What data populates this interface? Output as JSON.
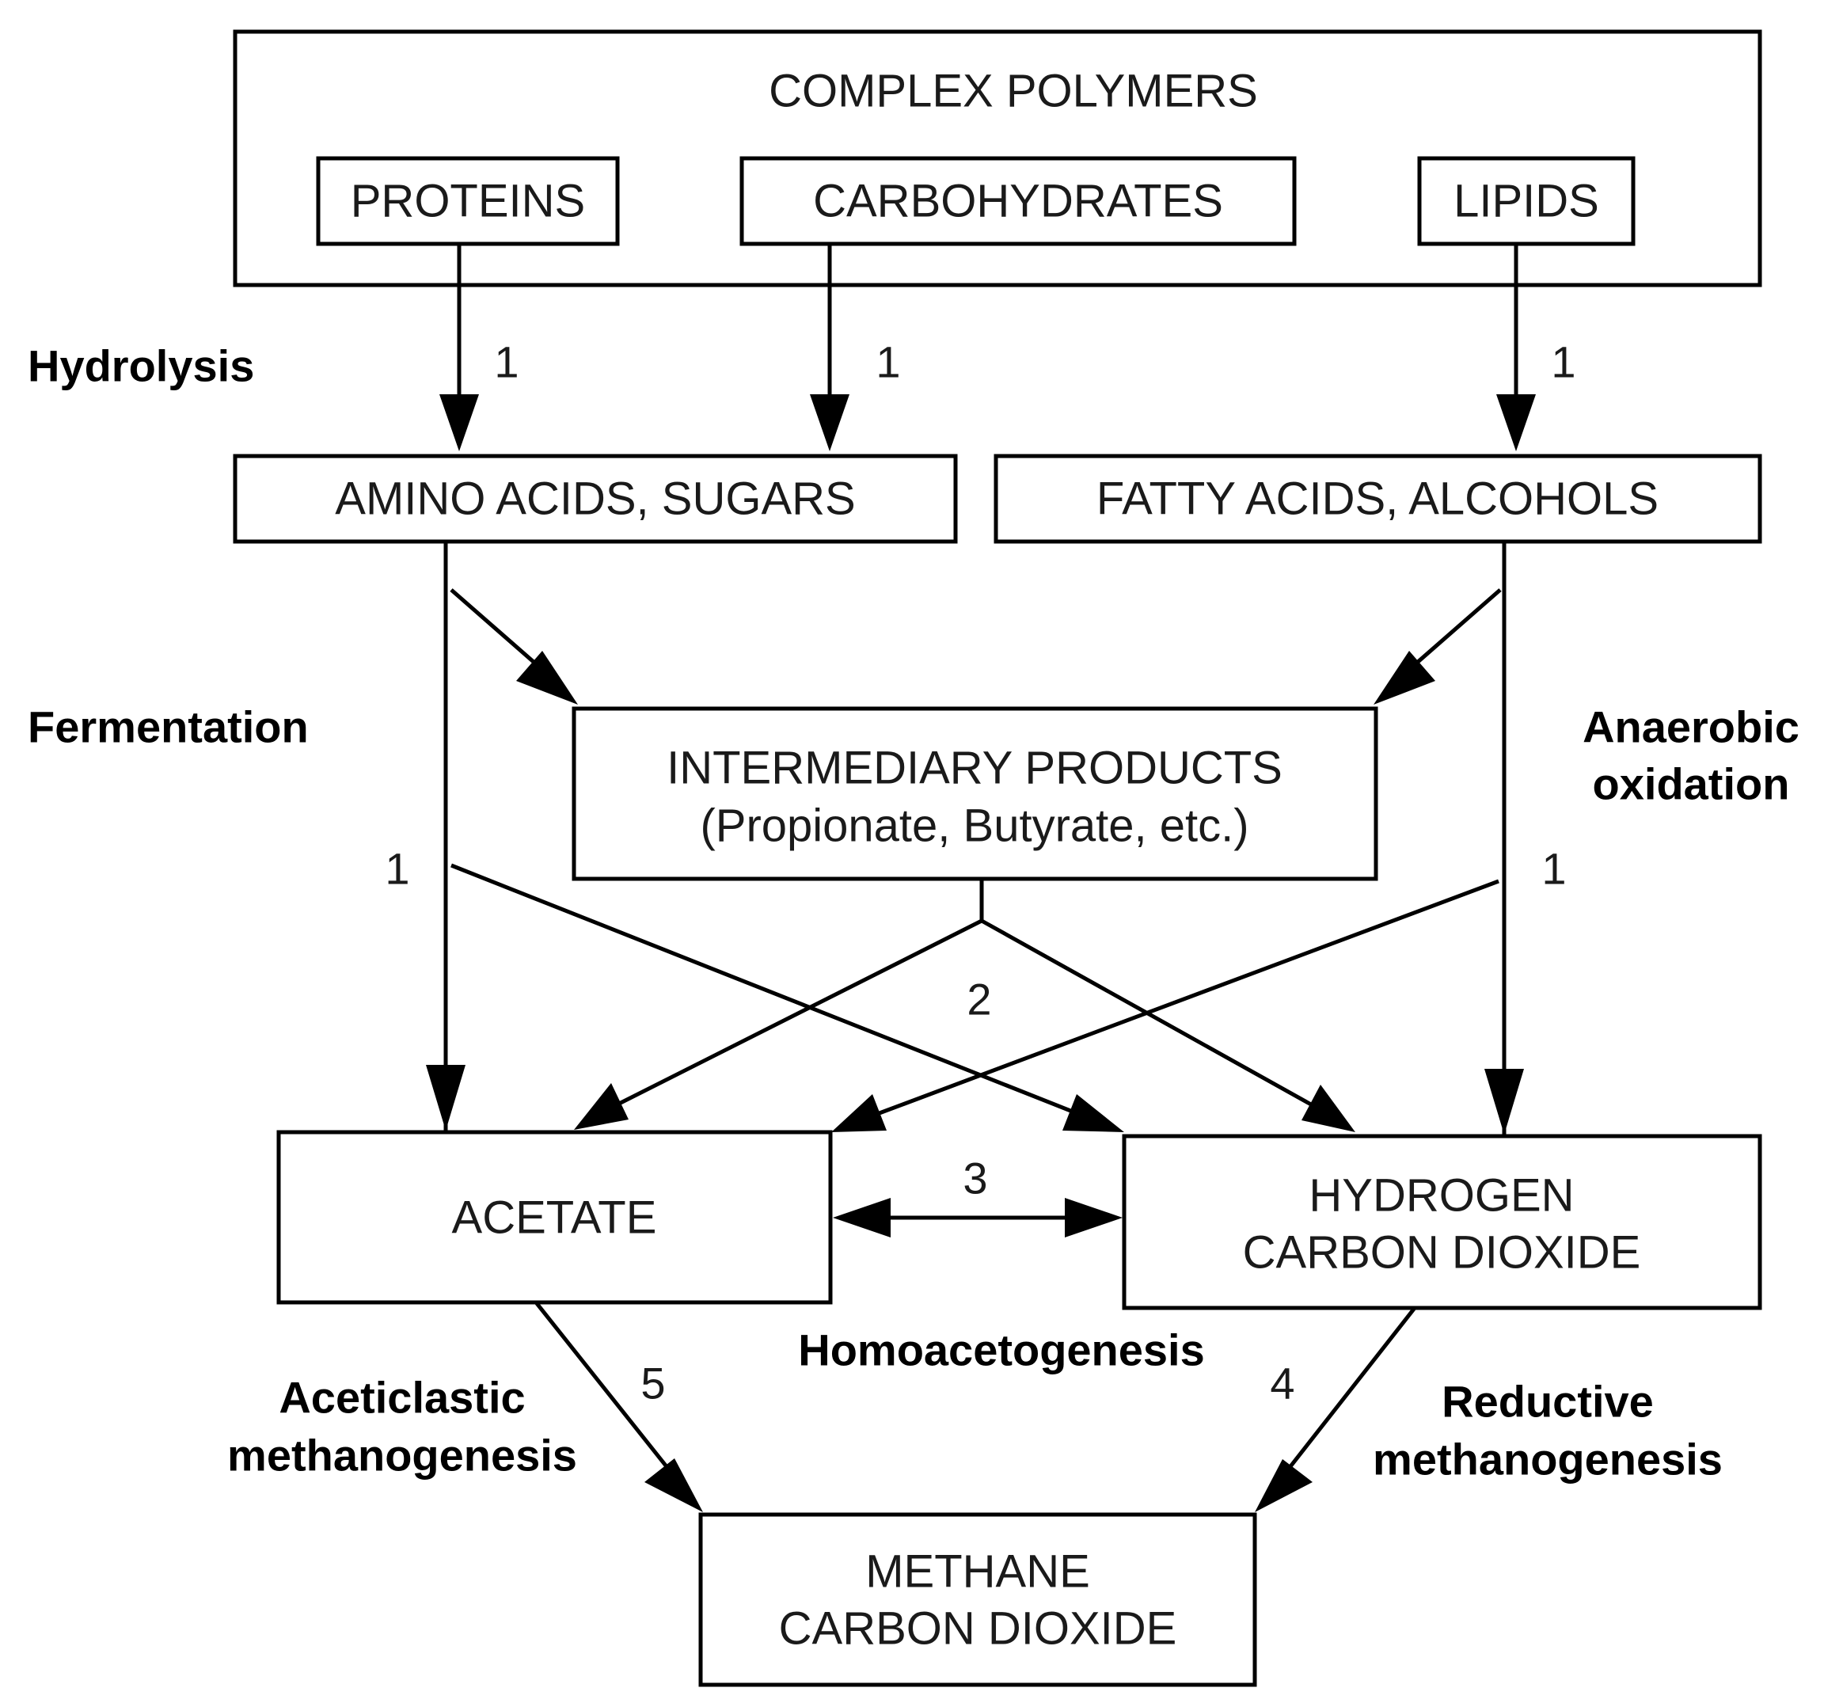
{
  "boxes": {
    "complex_polymers": "COMPLEX POLYMERS",
    "proteins": "PROTEINS",
    "carbohydrates": "CARBOHYDRATES",
    "lipids": "LIPIDS",
    "amino_sugars": "AMINO ACIDS, SUGARS",
    "fatty_alcohols": "FATTY ACIDS, ALCOHOLS",
    "intermediary_line1": "INTERMEDIARY PRODUCTS",
    "intermediary_line2": "(Propionate, Butyrate, etc.)",
    "acetate": "ACETATE",
    "hydrogen_line1": "HYDROGEN",
    "hydrogen_line2": "CARBON DIOXIDE",
    "methane_line1": "METHANE",
    "methane_line2": "CARBON DIOXIDE"
  },
  "stages": {
    "hydrolysis": "Hydrolysis",
    "fermentation": "Fermentation",
    "anaerobic_line1": "Anaerobic",
    "anaerobic_line2": "oxidation",
    "homoacetogenesis": "Homoacetogenesis",
    "aceticlastic_line1": "Aceticlastic",
    "aceticlastic_line2": "methanogenesis",
    "reductive_line1": "Reductive",
    "reductive_line2": "methanogenesis"
  },
  "steps": {
    "hydrolysis_proteins": "1",
    "hydrolysis_carbohydrates": "1",
    "hydrolysis_lipids": "1",
    "fermentation_left": "1",
    "oxidation_right": "1",
    "intermediary": "2",
    "homoacetogenesis": "3",
    "reductive": "4",
    "aceticlastic": "5"
  }
}
